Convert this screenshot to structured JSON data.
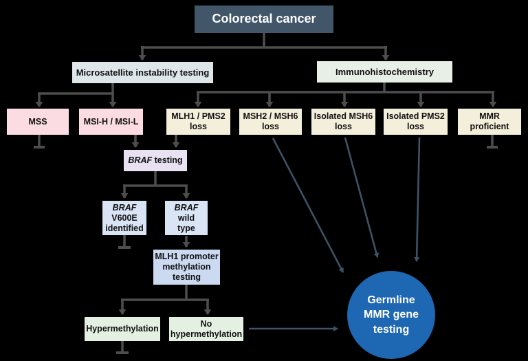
{
  "nodes": {
    "colorectal": {
      "label": "Colorectal cancer"
    },
    "msi_testing": {
      "label": "Microsatellite instability testing"
    },
    "ihc": {
      "label": "Immunohistochemistry"
    },
    "mss": {
      "label": "MSS"
    },
    "msi_h_l": {
      "label": "MSI-H / MSI-L"
    },
    "mlh1_pms2": {
      "label": "MLH1 / PMS2\nloss"
    },
    "msh2_msh6": {
      "label": "MSH2 / MSH6\nloss"
    },
    "iso_msh6": {
      "label": "Isolated MSH6\nloss"
    },
    "iso_pms2": {
      "label": "Isolated PMS2\nloss"
    },
    "mmr_prof": {
      "label": "MMR\nproficient"
    },
    "braf_testing": {
      "em": "BRAF",
      "rest": " testing"
    },
    "braf_v600e": {
      "em": "BRAF",
      "rest": "\nV600E\nidentified"
    },
    "braf_wild": {
      "em": "BRAF",
      "rest": "\nwild\ntype"
    },
    "mlh1_promoter": {
      "label": "MLH1 promoter\nmethylation\ntesting"
    },
    "hyper": {
      "label": "Hypermethylation"
    },
    "no_hyper": {
      "label": "No\nhypermethylation"
    },
    "germline": {
      "label": "Germline\nMMR gene\ntesting"
    }
  },
  "colors": {
    "background": "#000000",
    "connector": "#4d4d4d",
    "referral_arrow": "#3d5366",
    "node_dark": "#42566a",
    "node_dark_text": "#ffffff",
    "node_gray": "#dfe6ea",
    "node_green_ihc": "#e8efe6",
    "node_green_result": "#e4f1e2",
    "node_pink": "#fbdce3",
    "node_cream": "#f3efdb",
    "node_lavender": "#e7e1f2",
    "node_blue_light": "#d9e4f4",
    "node_blue_mid": "#ccdaf1",
    "circle_blue": "#1e67b3",
    "circle_text": "#ffffff",
    "text": "#111111"
  }
}
